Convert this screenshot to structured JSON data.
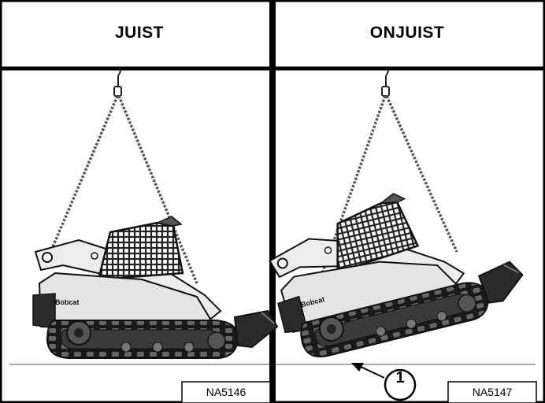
{
  "panels": [
    {
      "heading": "JUIST",
      "figure_code": "NA5146",
      "machine_brand": "Bobcat",
      "status": "correct"
    },
    {
      "heading": "ONJUIST",
      "figure_code": "NA5147",
      "machine_brand": "Bobcat",
      "status": "incorrect"
    }
  ],
  "callout": {
    "number": "1"
  },
  "colors": {
    "border": "#000000",
    "chain": "#333333",
    "track": "#1a1a1a",
    "body": "#e6e6e6"
  }
}
